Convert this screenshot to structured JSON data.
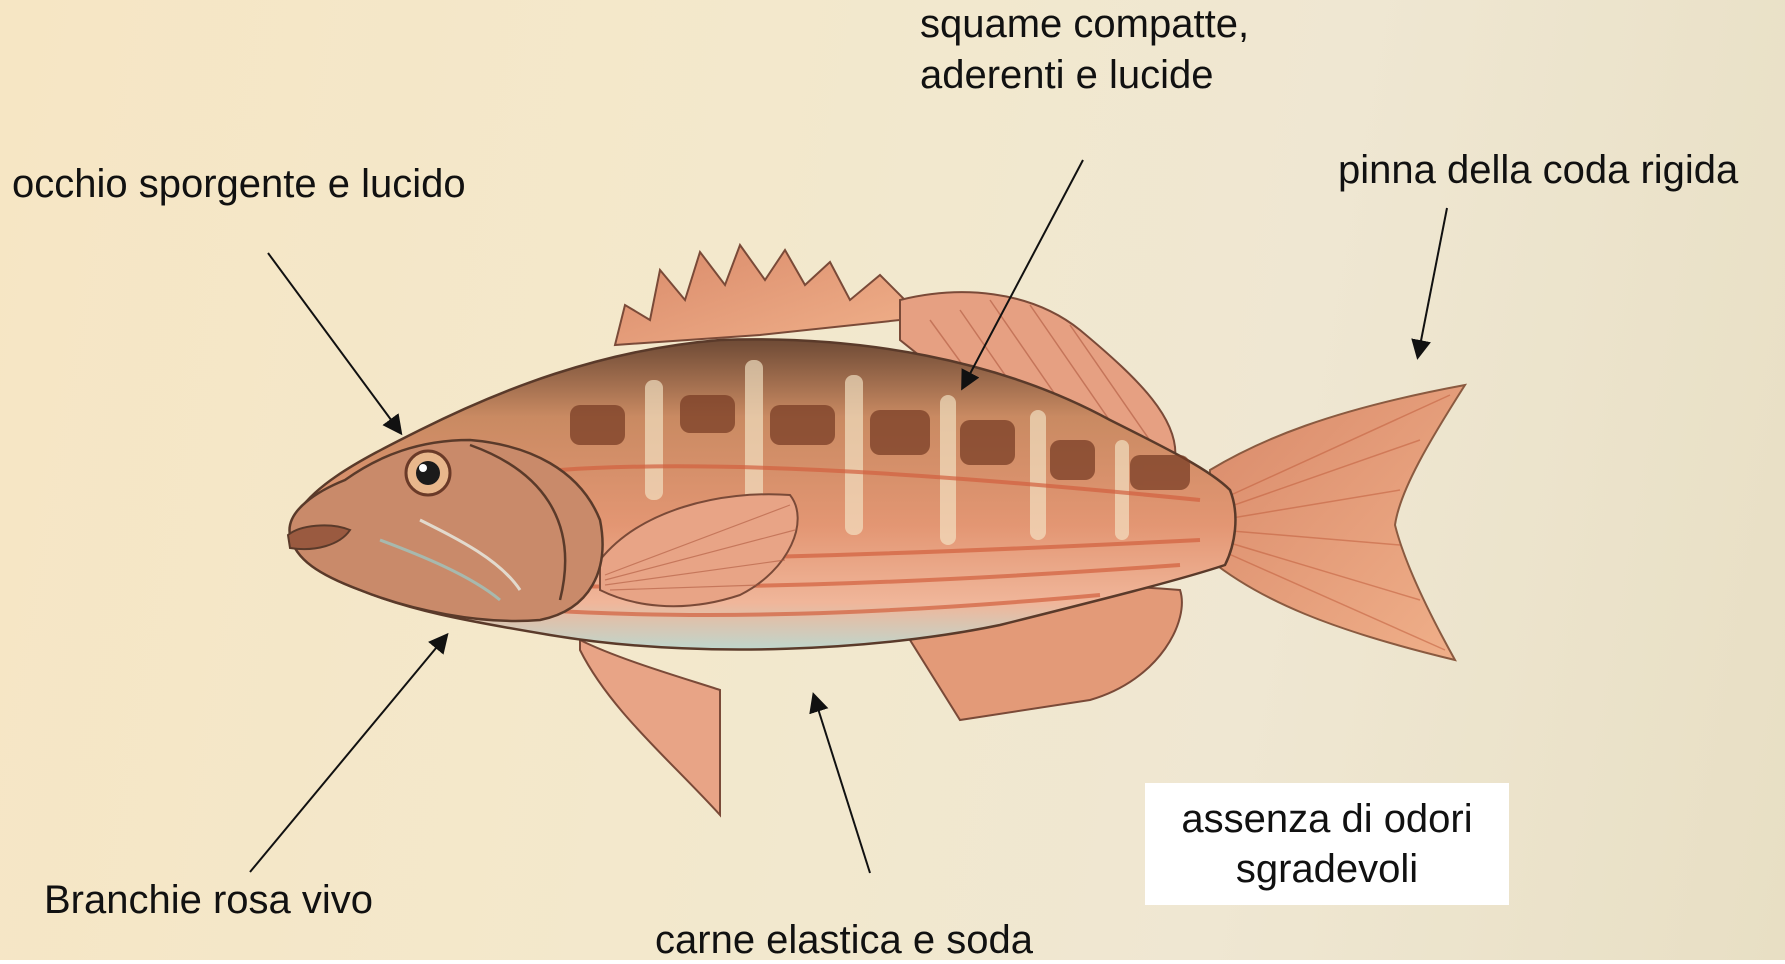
{
  "labels": {
    "eye": "occhio sporgente e lucido",
    "scales_line1": "squame compatte,",
    "scales_line2": "aderenti e lucide",
    "tail": "pinna della coda rigida",
    "gills": "Branchie rosa vivo",
    "flesh": "carne elastica e soda",
    "odor_line1": "assenza di odori",
    "odor_line2": "sgradevoli"
  },
  "colors": {
    "background": "#f3e8cc",
    "fish_body": "#d98a5e",
    "fish_stripe": "#8a4a2e",
    "fin": "#e79a72",
    "arrow": "#111111"
  }
}
